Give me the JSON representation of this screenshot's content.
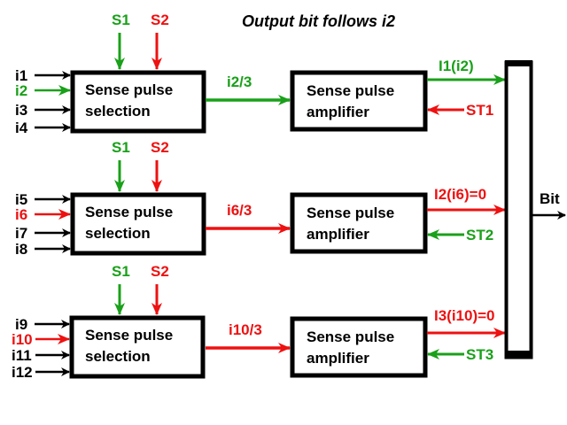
{
  "title": "Output bit follows i2",
  "colors": {
    "green": "#1aa01a",
    "red": "#ee1111",
    "black": "#000000"
  },
  "rows": [
    {
      "s1": "S1",
      "s2": "S2",
      "inputs": [
        {
          "label": "i1",
          "color": "black"
        },
        {
          "label": "i2",
          "color": "green"
        },
        {
          "label": "i3",
          "color": "black"
        },
        {
          "label": "i4",
          "color": "black"
        }
      ],
      "selection_line1": "Sense pulse",
      "selection_line2": "selection",
      "mid_label": "i2/3",
      "mid_color": "green",
      "amp_line1": "Sense pulse",
      "amp_line2": "amplifier",
      "out_label": "I1(i2)",
      "out_color": "green",
      "strobe_label": "ST1",
      "strobe_color": "red"
    },
    {
      "s1": "S1",
      "s2": "S2",
      "inputs": [
        {
          "label": "i5",
          "color": "black"
        },
        {
          "label": "i6",
          "color": "red"
        },
        {
          "label": "i7",
          "color": "black"
        },
        {
          "label": "i8",
          "color": "black"
        }
      ],
      "selection_line1": "Sense pulse",
      "selection_line2": "selection",
      "mid_label": "i6/3",
      "mid_color": "red",
      "amp_line1": "Sense pulse",
      "amp_line2": "amplifier",
      "out_label": "I2(i6)=0",
      "out_color": "red",
      "strobe_label": "ST2",
      "strobe_color": "green"
    },
    {
      "s1": "S1",
      "s2": "S2",
      "inputs": [
        {
          "label": "i9",
          "color": "black"
        },
        {
          "label": "i10",
          "color": "red"
        },
        {
          "label": "i11",
          "color": "black"
        },
        {
          "label": "i12",
          "color": "black"
        }
      ],
      "selection_line1": "Sense pulse",
      "selection_line2": "selection",
      "mid_label": "i10/3",
      "mid_color": "red",
      "amp_line1": "Sense pulse",
      "amp_line2": "amplifier",
      "out_label": "I3(i10)=0",
      "out_color": "red",
      "strobe_label": "ST3",
      "strobe_color": "green"
    }
  ],
  "output_label": "Bit"
}
